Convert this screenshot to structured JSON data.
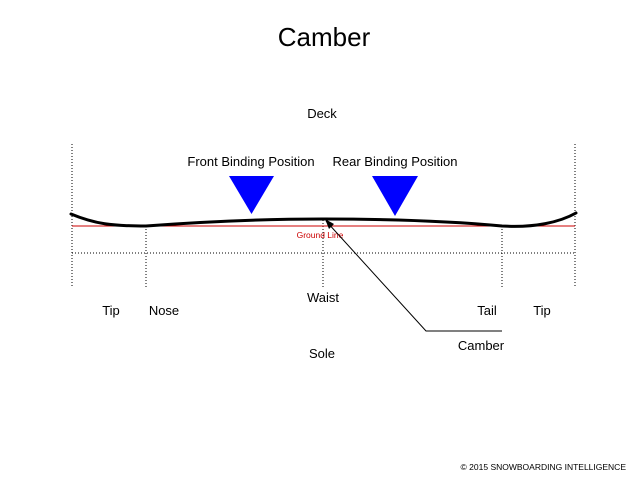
{
  "title": "Camber",
  "labels": {
    "deck": "Deck",
    "sole": "Sole",
    "front_binding": "Front Binding Position",
    "rear_binding": "Rear Binding Position",
    "ground_line": "Ground Line",
    "tip_left": "Tip",
    "nose": "Nose",
    "waist": "Waist",
    "tail": "Tail",
    "tip_right": "Tip",
    "camber": "Camber"
  },
  "copyright": "© 2015 SNOWBOARDING INTELLIGENCE",
  "colors": {
    "board": "#000000",
    "binding_marker": "#0000ff",
    "ground_line": "#cc0000",
    "ground_label": "#cc0000"
  }
}
